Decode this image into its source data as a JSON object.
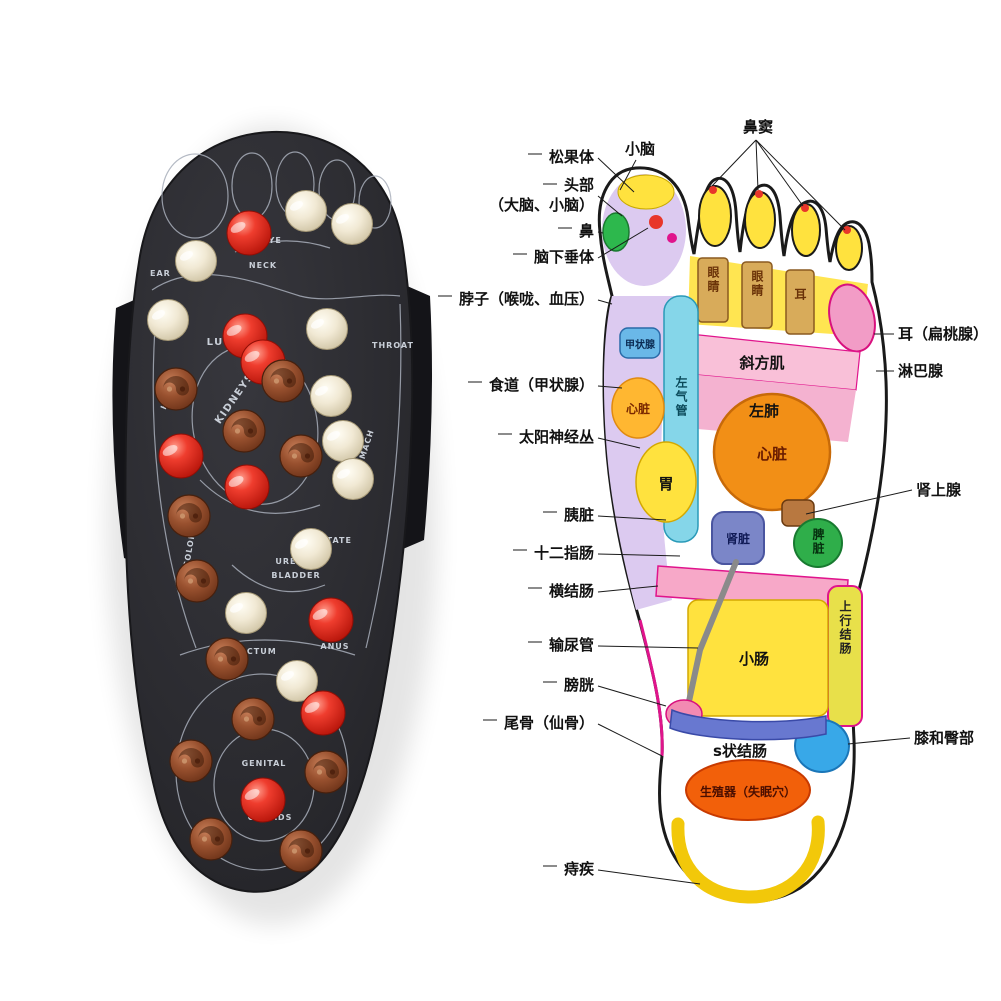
{
  "colors": {
    "sole_black": "#2b2b30",
    "strap_black": "#141418",
    "map_line_gray": "#a8aeba",
    "button_red": "#e02418",
    "button_cream": "#f4ecd8",
    "button_brown": "#9a5538",
    "zone_yellow": "#ffe23e",
    "zone_pink": "#f7c3da",
    "zone_lavender": "#dccaf0",
    "zone_cyan": "#85d6e9",
    "zone_orange": "#f28f16",
    "zone_green": "#2fae4a",
    "zone_blue": "#7b86c8",
    "zone_magenta": "#e0148c",
    "outline_black": "#1a1a1a"
  },
  "slipper": {
    "zone_labels": {
      "eye": "EYE",
      "ear": "EAR",
      "neck": "NECK",
      "lung": "LUNG",
      "throat": "THROAT",
      "heart": "HEART",
      "kidneys": "KIDNEYS",
      "stomach": "STOMACH",
      "colon": "COLON",
      "ureter": "URETER",
      "bladder": "BLADDER",
      "prostate": "PROSTATE",
      "rectum": "RECTUM",
      "anus": "ANUS",
      "genital": "GENITAL",
      "gonads": "GONADS"
    }
  },
  "chart": {
    "top_labels": {
      "cerebellum": "小脑",
      "sinus": "鼻窦"
    },
    "left_labels": {
      "pineal": "松果体",
      "head_line1": "头部",
      "head_line2": "（大脑、小脑）",
      "nose": "鼻",
      "pituitary": "脑下垂体",
      "neck": "脖子（喉咙、血压）",
      "esophagus": "食道（甲状腺）",
      "solar_plexus": "太阳神经丛",
      "pancreas": "胰脏",
      "duodenum": "十二指肠",
      "transverse_colon": "横结肠",
      "ureter": "输尿管",
      "bladder": "膀胱",
      "tailbone": "尾骨（仙骨）",
      "hemorrhoids": "痔疾"
    },
    "right_labels": {
      "ear_tonsil": "耳（扁桃腺）",
      "lymph": "淋巴腺",
      "adrenal": "肾上腺",
      "knee_hip": "膝和臀部"
    },
    "zone_labels": {
      "eye1": "眼睛",
      "eye2": "眼睛",
      "ear": "耳",
      "trapezius": "斜方肌",
      "thyroid": "甲状腺",
      "trachea": "左气管",
      "left_lung": "左肺",
      "heart_left": "心脏",
      "stomach": "胃",
      "heart_right": "心脏",
      "kidney": "肾脏",
      "spleen": "脾脏",
      "small_intestine": "小肠",
      "ascending_colon": "上行结肠",
      "sigmoid_colon": "s状结肠",
      "genital": "生殖器（失眠穴）"
    }
  }
}
